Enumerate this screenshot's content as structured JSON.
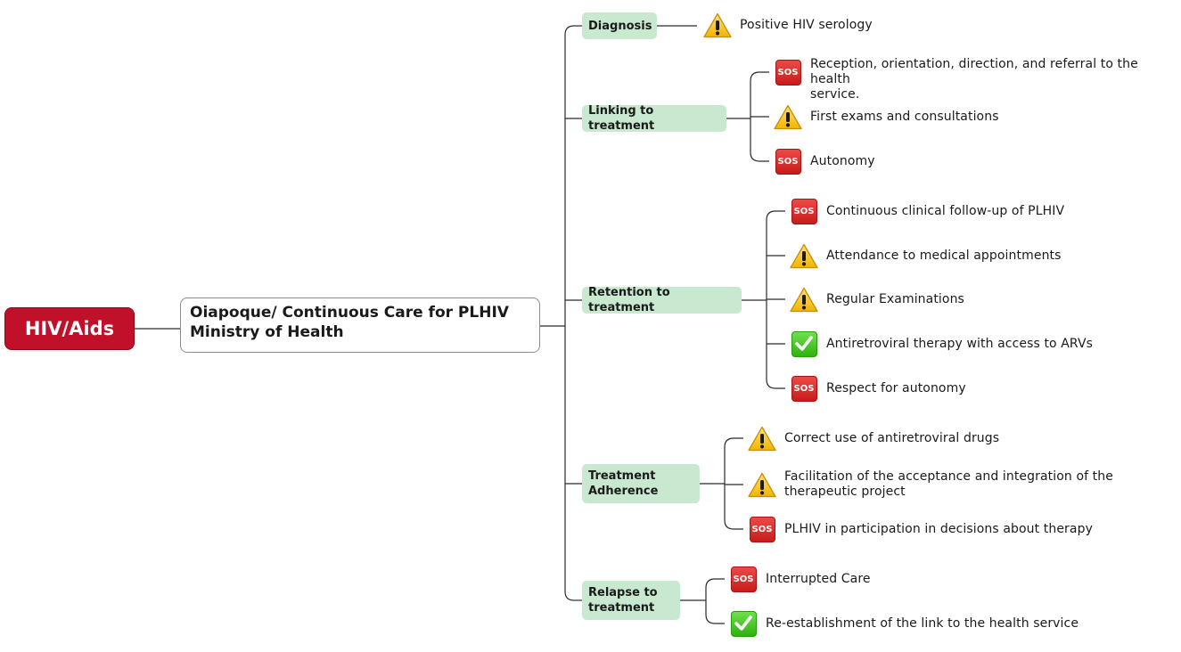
{
  "root": {
    "label": "HIV/Aids"
  },
  "center": {
    "line1": "Oiapoque/ Continuous Care for PLHIV",
    "line2": "Ministry of Health"
  },
  "categories": [
    {
      "lines": [
        "Diagnosis"
      ],
      "items": [
        {
          "icon": "warning-icon",
          "lines": [
            "Positive HIV serology"
          ]
        }
      ]
    },
    {
      "lines": [
        "Linking to treatment"
      ],
      "items": [
        {
          "icon": "sos-icon",
          "lines": [
            "Reception, orientation, direction, and referral to the health",
            "service."
          ]
        },
        {
          "icon": "warning-icon",
          "lines": [
            "First exams and consultations"
          ]
        },
        {
          "icon": "sos-icon",
          "lines": [
            "Autonomy"
          ]
        }
      ]
    },
    {
      "lines": [
        "Retention to treatment"
      ],
      "items": [
        {
          "icon": "sos-icon",
          "lines": [
            "Continuous clinical follow-up of PLHIV"
          ]
        },
        {
          "icon": "warning-icon",
          "lines": [
            "Attendance to medical appointments"
          ]
        },
        {
          "icon": "warning-icon",
          "lines": [
            "Regular Examinations"
          ]
        },
        {
          "icon": "check-icon",
          "lines": [
            "Antiretroviral therapy with access to ARVs"
          ]
        },
        {
          "icon": "sos-icon",
          "lines": [
            "Respect for autonomy"
          ]
        }
      ]
    },
    {
      "lines": [
        "Treatment",
        "Adherence"
      ],
      "items": [
        {
          "icon": "warning-icon",
          "lines": [
            "Correct use of antiretroviral drugs"
          ]
        },
        {
          "icon": "warning-icon",
          "lines": [
            "Facilitation of the acceptance and integration of the",
            "therapeutic project"
          ]
        },
        {
          "icon": "sos-icon",
          "lines": [
            "PLHIV in participation in decisions about therapy"
          ]
        }
      ]
    },
    {
      "lines": [
        "Relapse to",
        "treatment"
      ],
      "items": [
        {
          "icon": "sos-icon",
          "lines": [
            "Interrupted Care"
          ]
        },
        {
          "icon": "check-icon",
          "lines": [
            "Re-establishment of the link to the health service"
          ]
        }
      ]
    }
  ],
  "icon_labels": {
    "sos": "SOS"
  },
  "colors": {
    "root_fill": "#c0102a",
    "category_fill": "#c8e8d0",
    "connector": "#2a2a2a"
  }
}
